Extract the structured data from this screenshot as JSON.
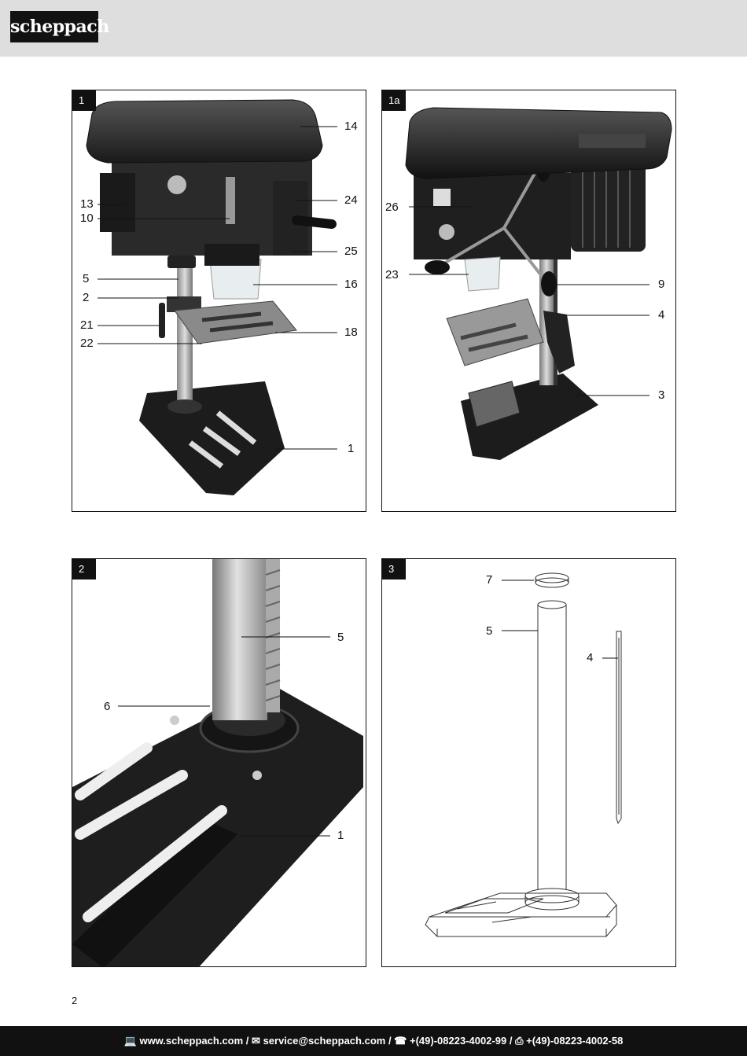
{
  "header": {
    "brand": "scheppach"
  },
  "panels": [
    {
      "tag": "1",
      "labels": [
        "14",
        "13",
        "10",
        "24",
        "25",
        "5",
        "16",
        "2",
        "21",
        "18",
        "22",
        "1"
      ]
    },
    {
      "tag": "1a",
      "labels": [
        "26",
        "23",
        "9",
        "4",
        "3"
      ]
    },
    {
      "tag": "2",
      "labels": [
        "5",
        "6",
        "1"
      ]
    },
    {
      "tag": "3",
      "labels": [
        "7",
        "5",
        "4"
      ]
    }
  ],
  "page_number": "2",
  "footer": {
    "web_icon": "computer-icon",
    "mail_icon": "envelope-icon",
    "phone_icon": "telephone-icon",
    "fax_icon": "fax-icon",
    "website": "www.scheppach.com",
    "email": "service@scheppach.com",
    "phone": "+(49)-08223-4002-99",
    "fax": "+(49)-08223-4002-58",
    "sep": " / "
  }
}
